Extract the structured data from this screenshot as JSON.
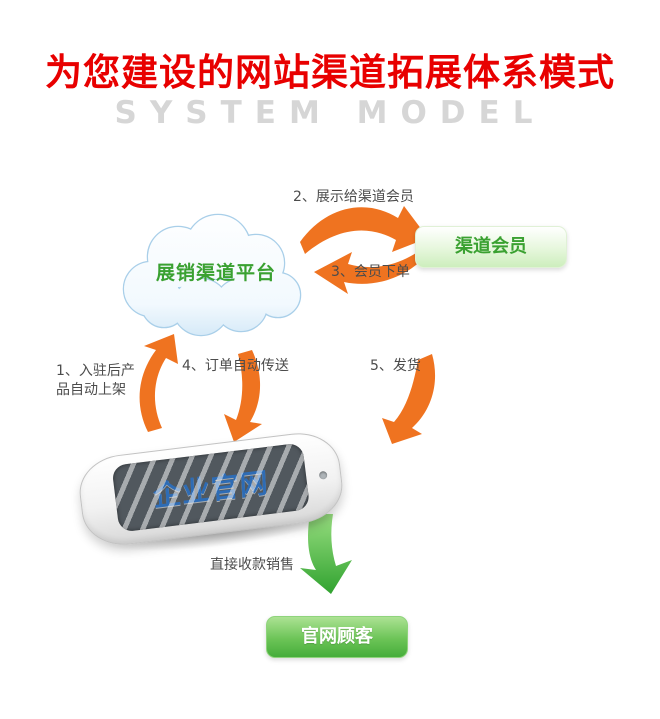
{
  "header": {
    "title": "为您建设的网站渠道拓展体系模式",
    "subtitle": "SYSTEM MODEL"
  },
  "nodes": {
    "platform_label": "展销渠道平台",
    "channel_member_label": "渠道会员",
    "website_customer_label": "官网顾客",
    "phone_screen_label": "企业官网"
  },
  "steps": {
    "step1": "1、入驻后产品自动上架",
    "step2": "2、展示给渠道会员",
    "step3": "3、会员下单",
    "step4": "4、订单自动传送",
    "step5": "5、发货",
    "direct_sale": "直接收款销售"
  },
  "icons": {
    "cloud": "cloud-shape",
    "orange_arrow_up": "curved-arrow-up",
    "orange_arrow_down": "curved-arrow-down",
    "orange_arrow_right": "curved-arrow-right",
    "orange_arrow_left": "curved-arrow-left",
    "green_arrow": "thick-arrow-down"
  },
  "colors": {
    "title_red": "#e80000",
    "subtitle_gray": "#d6d6d6",
    "brand_green": "#3aa131",
    "arrow_orange": "#ef7320",
    "arrow_green_light": "#9adf82",
    "arrow_green_dark": "#2ea12e",
    "label_gray": "#4c4c4c",
    "phone_text_blue": "#2e6cb5"
  }
}
